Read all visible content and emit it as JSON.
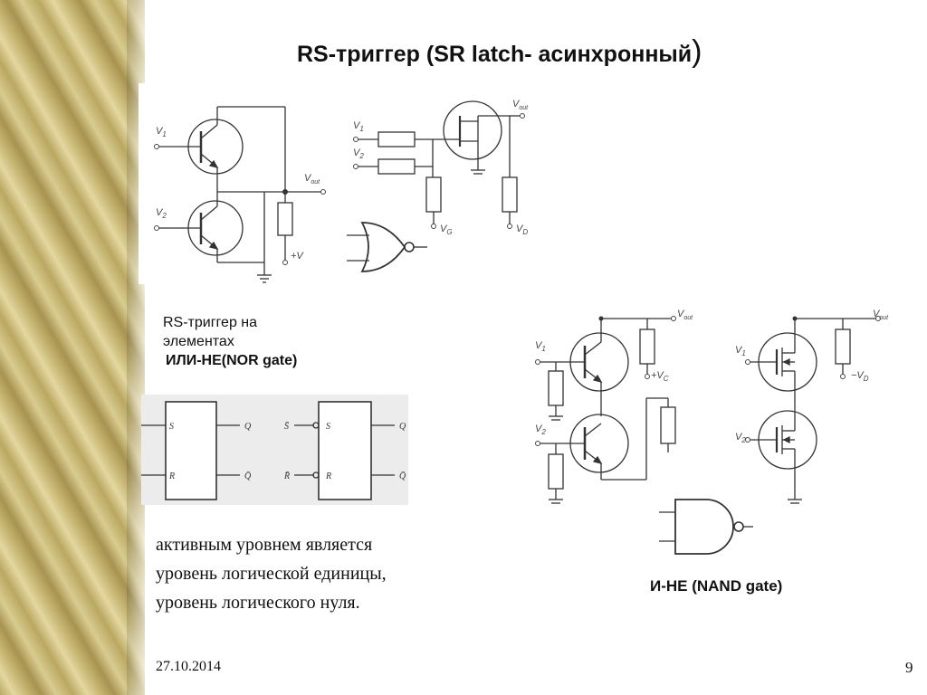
{
  "slide": {
    "title_main": "RS-триггер (SR latch- асинхронный",
    "title_paren": ")",
    "nor_caption": {
      "line1": "RS-триггер на",
      "line2": "элементах",
      "line3": "ИЛИ-НЕ(NOR gate)"
    },
    "body_lines": [
      "активным уровнем является",
      "уровень логической единицы,",
      "уровень логического нуля."
    ],
    "nand_caption": "И-НЕ (NAND gate)",
    "date": "27.10.2014",
    "page_number": "9"
  },
  "diagram_labels": {
    "v1": "V",
    "v2": "V",
    "sub1": "1",
    "sub2": "2",
    "vout": "V",
    "out_sub": "out",
    "plus_v": "+V",
    "vg": "V",
    "g_sub": "G",
    "vd": "V",
    "d_sub": "D",
    "plus_vc": "+V",
    "c_sub": "C",
    "minus_vd": "−V",
    "s": "S",
    "r": "R",
    "q": "Q",
    "qbar": "Q̄",
    "sbar": "S̄",
    "rbar": "R̄"
  }
}
